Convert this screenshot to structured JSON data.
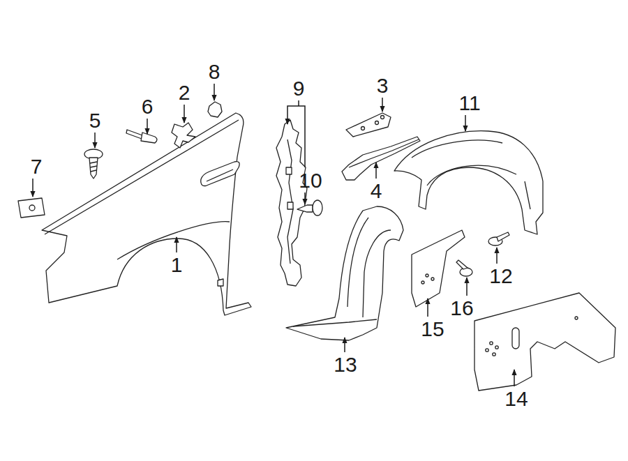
{
  "diagram": {
    "labels": [
      "8",
      "9",
      "3",
      "2",
      "6",
      "11",
      "5",
      "7",
      "10",
      "4",
      "1",
      "12",
      "16",
      "15",
      "13",
      "14"
    ]
  }
}
